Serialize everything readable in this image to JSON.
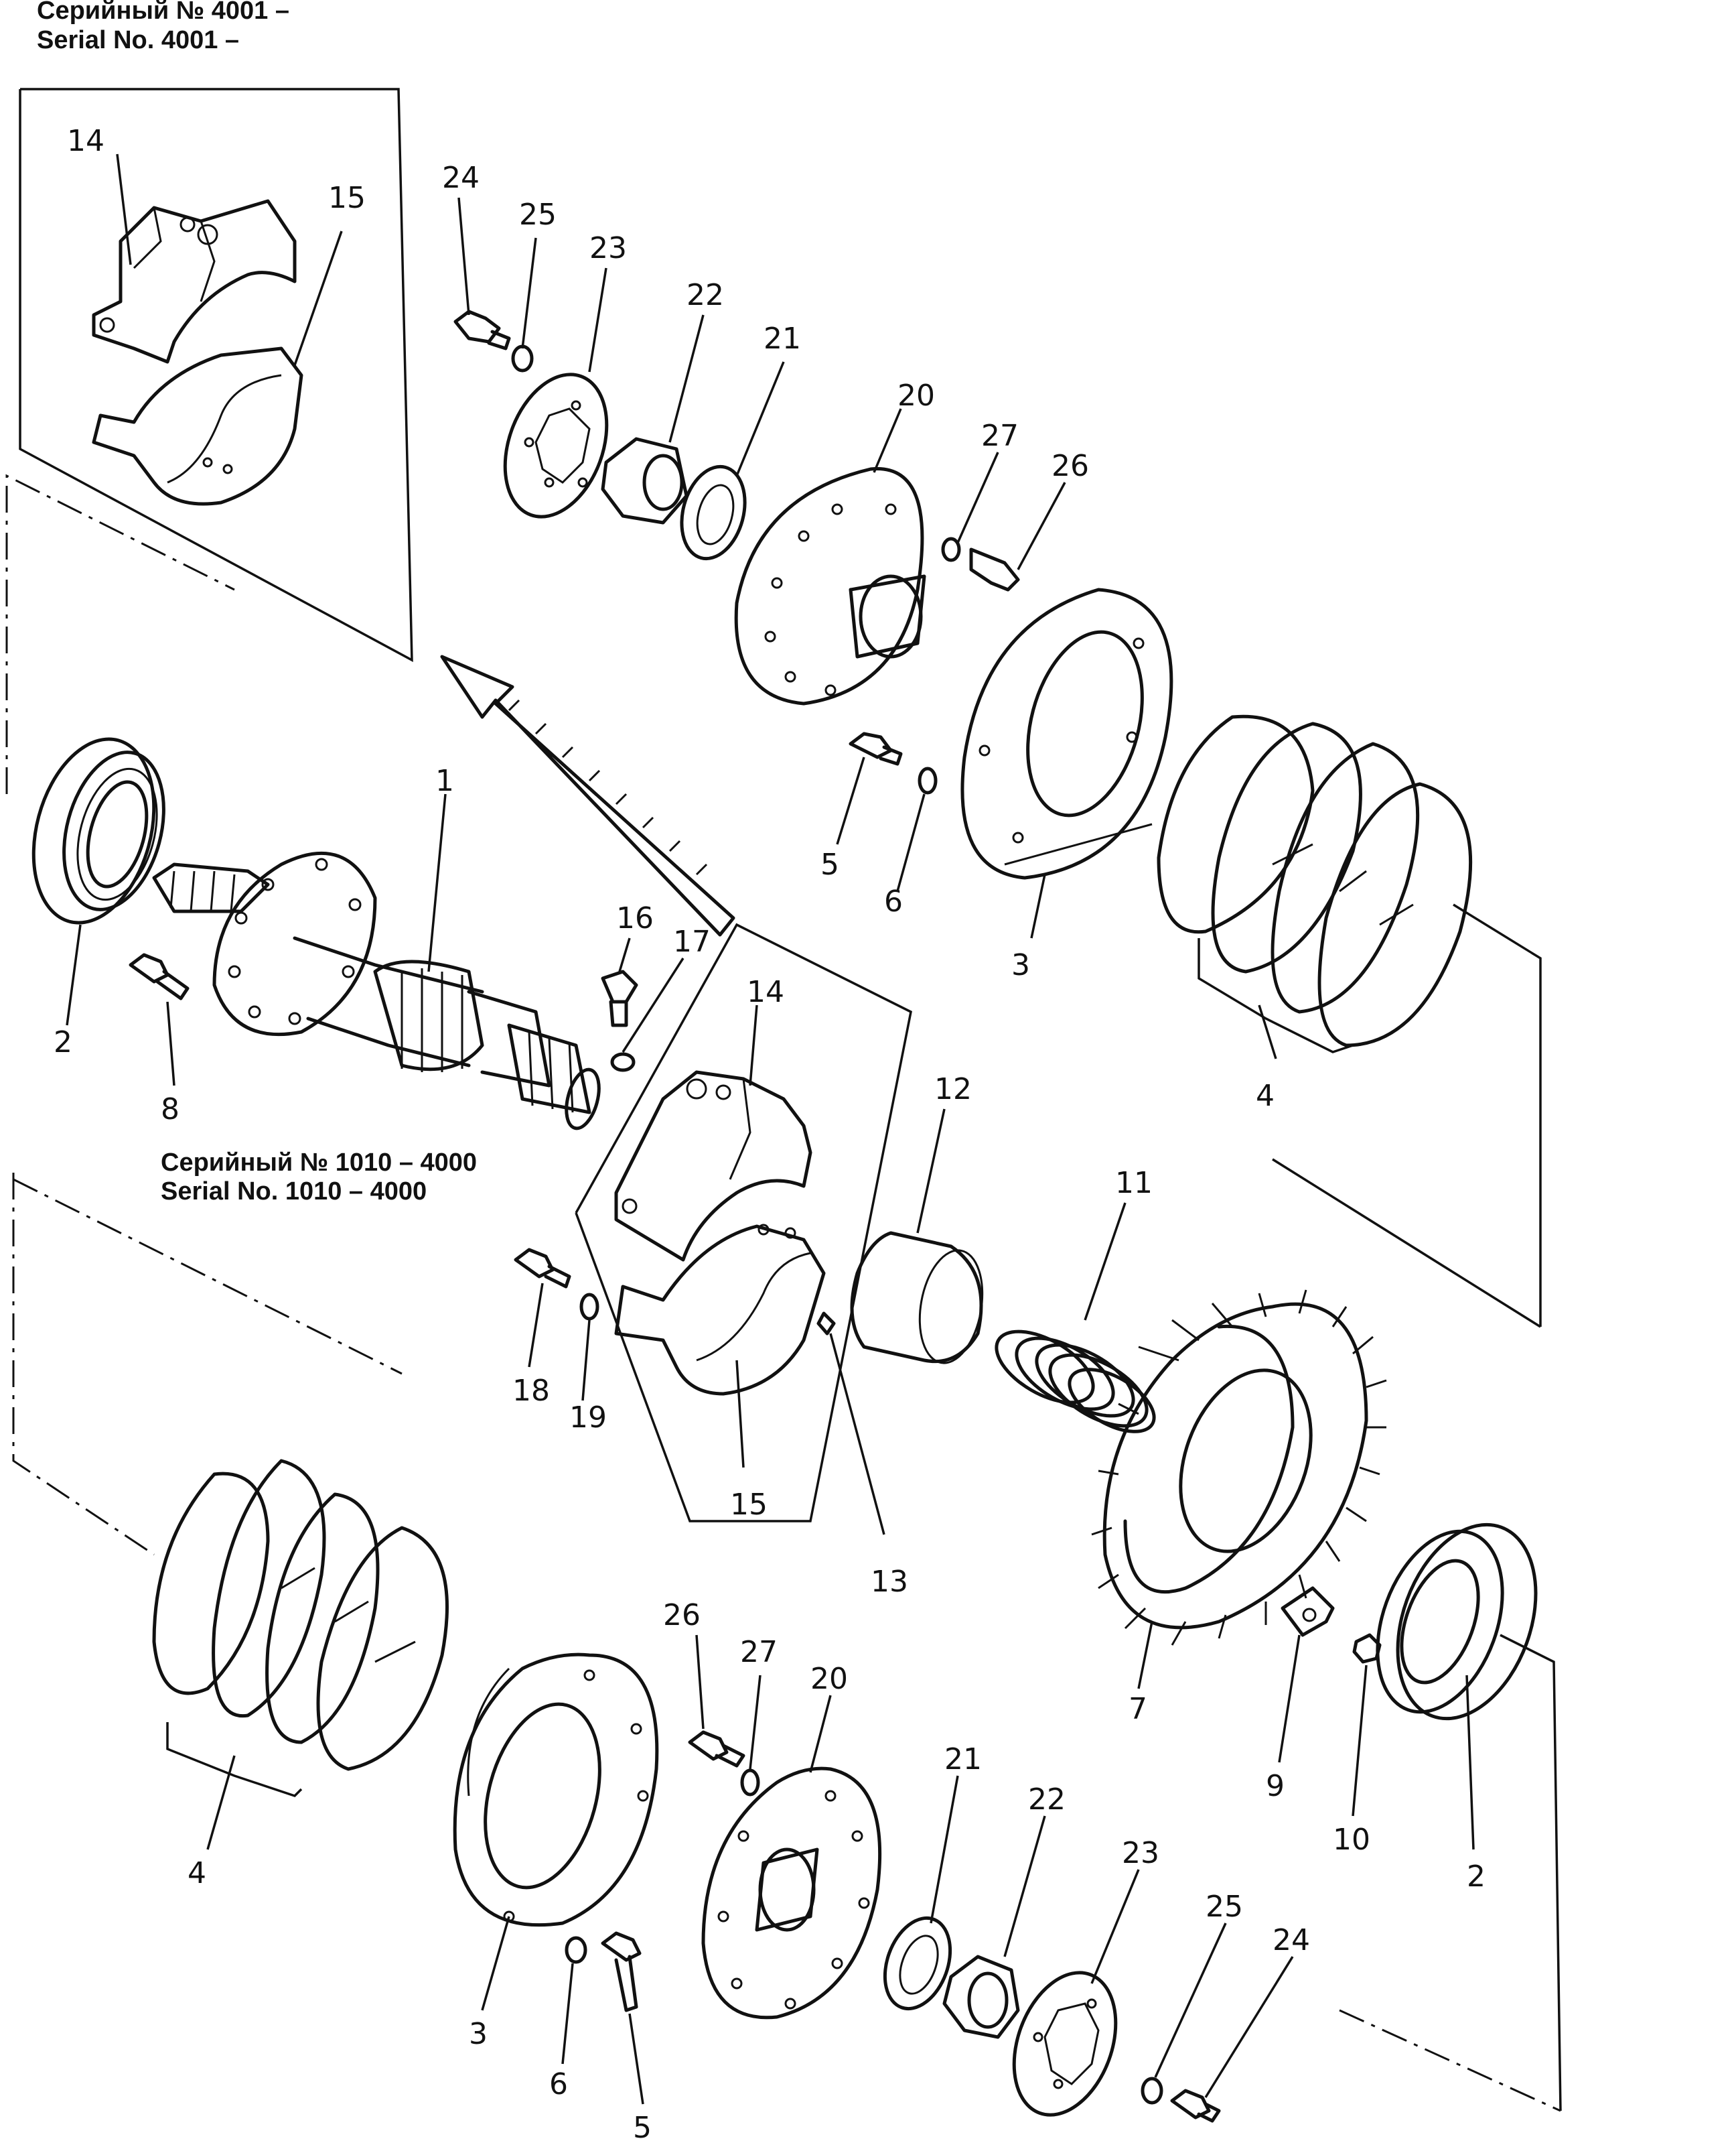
{
  "serials": {
    "top_ru": "Серийный № 4001 –",
    "top_en": "Serial No. 4001 –",
    "mid_ru": "Серийный № 1010 – 4000",
    "mid_en": "Serial No. 1010 – 4000"
  },
  "callouts": {
    "p1": "1",
    "p2a": "2",
    "p2b": "2",
    "p3a": "3",
    "p3b": "3",
    "p4a": "4",
    "p4b": "4",
    "p5a": "5",
    "p5b": "5",
    "p6a": "6",
    "p6b": "6",
    "p7": "7",
    "p8": "8",
    "p9": "9",
    "p10": "10",
    "p11": "11",
    "p12": "12",
    "p13": "13",
    "p14a": "14",
    "p14b": "14",
    "p15a": "15",
    "p15b": "15",
    "p16": "16",
    "p17": "17",
    "p18": "18",
    "p19": "19",
    "p20a": "20",
    "p20b": "20",
    "p21a": "21",
    "p21b": "21",
    "p22a": "22",
    "p22b": "22",
    "p23a": "23",
    "p23b": "23",
    "p24a": "24",
    "p24b": "24",
    "p25a": "25",
    "p25b": "25",
    "p26a": "26",
    "p26b": "26",
    "p27a": "27",
    "p27b": "27"
  }
}
